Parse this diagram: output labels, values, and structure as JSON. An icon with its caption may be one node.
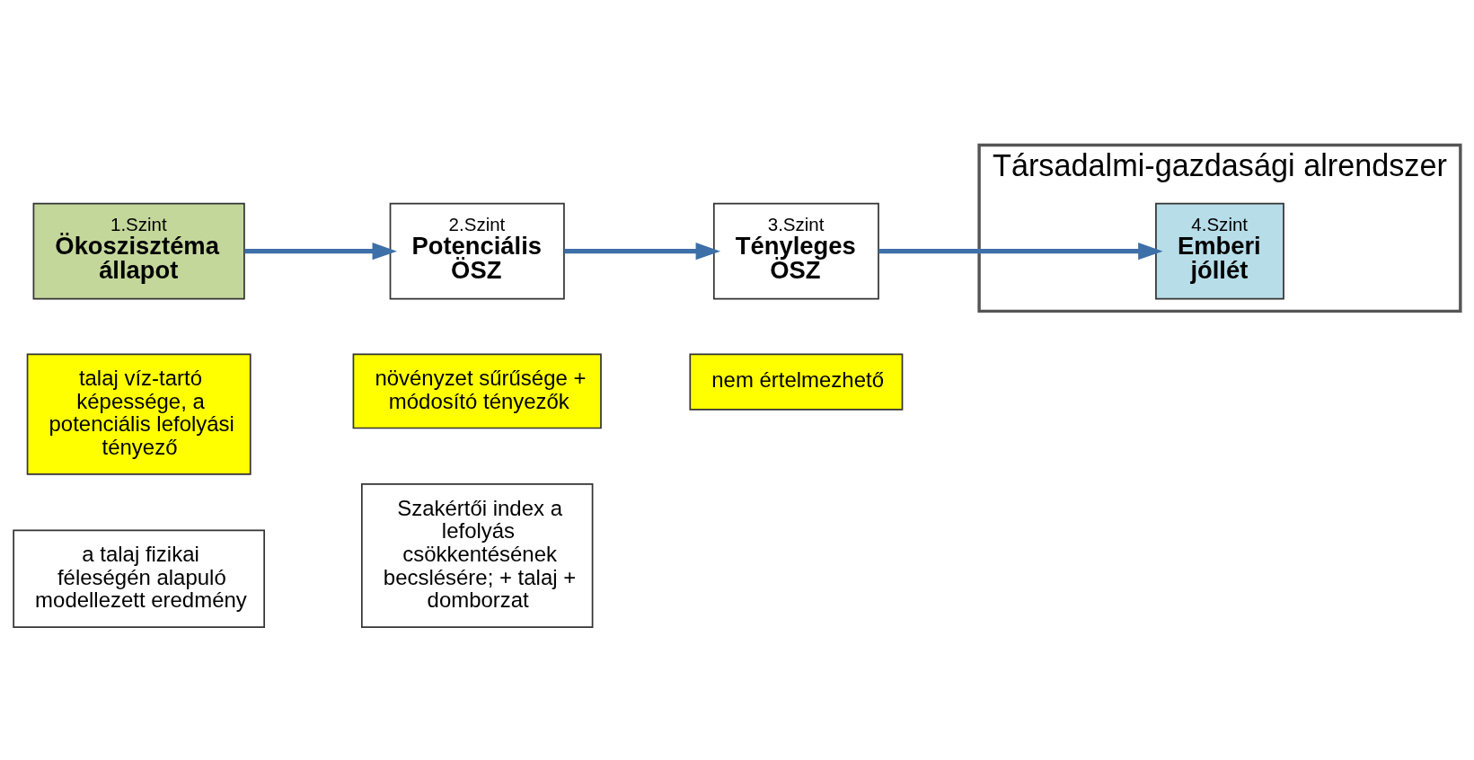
{
  "diagram": {
    "nodes": [
      {
        "text": [
          "1.Szint",
          "Ökoszisztéma állapot"
        ]
      },
      {
        "text": [
          "2.Szint",
          "Potenciális ÖSZ"
        ]
      },
      {
        "text": [
          "3.Szint",
          "Tényleges ÖSZ"
        ]
      },
      {
        "text": [
          "Társadalmi-gazdasági alrendszer"
        ]
      },
      {
        "text": [
          "4.Szint",
          "Emberi jóllét"
        ],
        "in": 3
      },
      {
        "text": [
          "talaj víz-tartó képessége, a potenciális lefolyási tényező"
        ]
      },
      {
        "text": [
          "növényzet sűrűsége + módosító tényezők"
        ]
      },
      {
        "text": [
          "nem értelmezhető"
        ]
      },
      {
        "text": [
          "a talaj fizikai féleségén alapuló modellezett eredmény"
        ]
      },
      {
        "text": [
          "Szakértői index a lefolyás csökkentésének becslésére; + talaj + domborzat"
        ]
      }
    ],
    "edges": [
      {
        "from": 0,
        "to": 1,
        "arrow": "to",
        "color": "#3d6fa8"
      },
      {
        "from": 1,
        "to": 2,
        "arrow": "to",
        "color": "#3d6fa8"
      },
      {
        "from": 2,
        "to": 4,
        "arrow": "to",
        "color": "#3d6fa8"
      }
    ]
  }
}
